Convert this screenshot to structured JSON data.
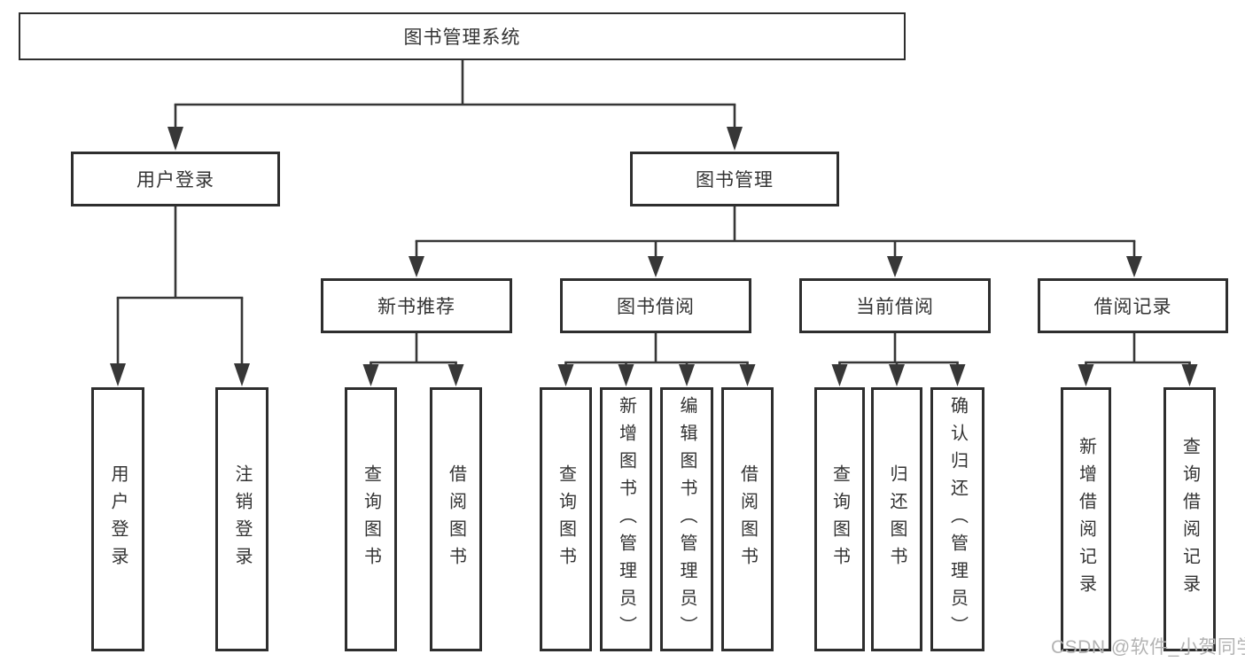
{
  "tree": {
    "label": "图书管理系统",
    "children": [
      {
        "label": "用户登录",
        "children": [
          {
            "label": "用户登录"
          },
          {
            "label": "注销登录"
          }
        ]
      },
      {
        "label": "图书管理",
        "children": [
          {
            "label": "新书推荐",
            "children": [
              {
                "label": "查询图书"
              },
              {
                "label": "借阅图书"
              }
            ]
          },
          {
            "label": "图书借阅",
            "children": [
              {
                "label": "查询图书"
              },
              {
                "label": "新增图书（管理员）"
              },
              {
                "label": "编辑图书（管理员）"
              },
              {
                "label": "借阅图书"
              }
            ]
          },
          {
            "label": "当前借阅",
            "children": [
              {
                "label": "查询图书"
              },
              {
                "label": "归还图书"
              },
              {
                "label": "确认归还（管理员）"
              }
            ]
          },
          {
            "label": "借阅记录",
            "children": [
              {
                "label": "新增借阅记录"
              },
              {
                "label": "查询借阅记录"
              }
            ]
          }
        ]
      }
    ]
  },
  "watermark": "CSDN @软件_小贺同学",
  "colors": {
    "line": "#373737",
    "box_border": "#2e2e2e",
    "text": "#333333",
    "watermark": "#b3b3b3",
    "background": "#ffffff"
  }
}
